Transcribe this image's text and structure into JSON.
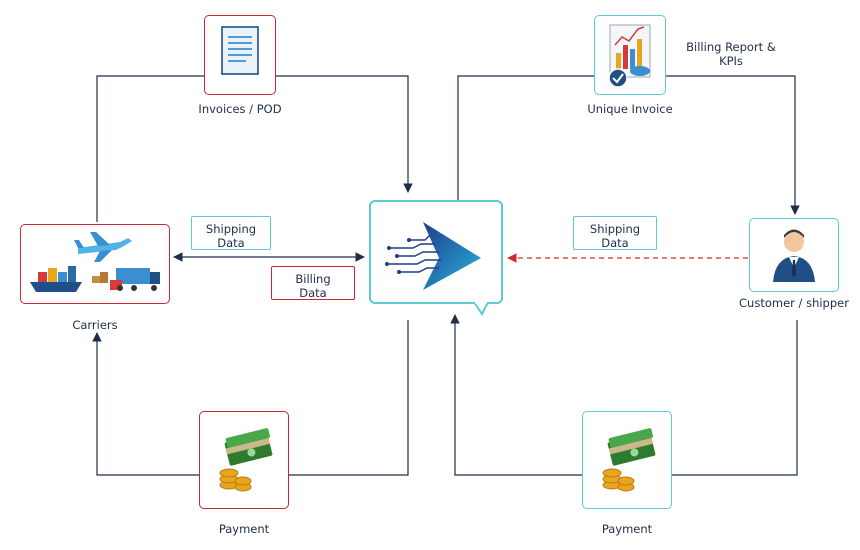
{
  "nodes": {
    "invoices_pod": {
      "label": "Invoices / POD",
      "icon": "document-icon"
    },
    "unique_invoice": {
      "label": "Unique Invoice",
      "icon": "report-chart-icon"
    },
    "carriers": {
      "label": "Carriers",
      "icon": "logistics-transport-icon"
    },
    "platform": {
      "icon": "platform-logo-icon"
    },
    "customer": {
      "label": "Customer / shipper",
      "icon": "businessman-icon"
    },
    "payment_left": {
      "label": "Payment",
      "icon": "money-icon"
    },
    "payment_right": {
      "label": "Payment",
      "icon": "money-icon"
    }
  },
  "tags": {
    "shipping_left": {
      "line1": "Shipping",
      "line2": "Data"
    },
    "billing": {
      "line1": "Billing",
      "line2": "Data"
    },
    "shipping_right": {
      "line1": "Shipping",
      "line2": "Data"
    }
  },
  "annotations": {
    "billing_report": {
      "line1": "Billing Report &",
      "line2": "KPIs"
    }
  },
  "colors": {
    "line": "#1f2d4a",
    "red_border": "#c8283a",
    "teal_border": "#5ccbd6",
    "dashed": "#d42a2a",
    "money_green": "#3e8f3a",
    "coin_gold": "#e8a51e"
  }
}
